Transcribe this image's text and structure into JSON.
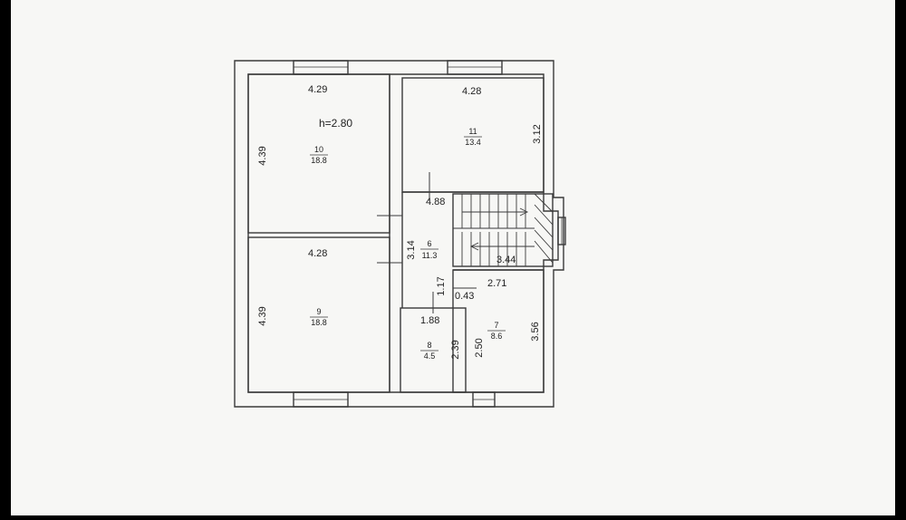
{
  "plan": {
    "height_note": "h=2.80",
    "rooms": [
      {
        "number": "10",
        "area": "18.8",
        "width": "4.29",
        "depth": "4.39"
      },
      {
        "number": "11",
        "area": "13.4",
        "width": "4.28",
        "depth": "3.12"
      },
      {
        "number": "6",
        "area": "11.3",
        "width": "4.88",
        "depth": "3.14"
      },
      {
        "number": "9",
        "area": "18.8",
        "width": "4.28",
        "depth": "4.39"
      },
      {
        "number": "8",
        "area": "4.5",
        "width": "1.88",
        "depth": "2.39"
      },
      {
        "number": "7",
        "area": "8.6",
        "width": "2.71",
        "depth": "3.56"
      }
    ],
    "extra_dims": {
      "stair": "3.44",
      "corridor_a": "1.17",
      "corridor_b": "0.43",
      "bath_wall": "2.50"
    }
  },
  "colors": {
    "paper": "#f7f7f5",
    "line": "#3a3a3a"
  }
}
